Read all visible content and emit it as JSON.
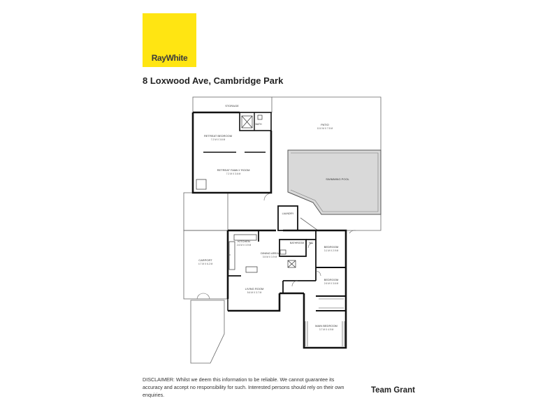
{
  "brand": {
    "name": "RayWhite",
    "color": "#ffe512"
  },
  "address": "8 Loxwood Ave, Cambridge Park",
  "rooms": {
    "storage": {
      "label": "STORAGE"
    },
    "bath": {
      "label": "BATH"
    },
    "patio": {
      "label": "PATIO",
      "dims": "10.0 M X 7.5 M"
    },
    "retreat_bedroom": {
      "label": "RETREAT BEDROOM",
      "dims": "7.2 M X 3.6 M"
    },
    "retreat_family": {
      "label": "RETREAT FAMILY ROOM",
      "dims": "7.2 M X 3.6 M"
    },
    "pool": {
      "label": "SWIMMING POOL"
    },
    "laundry": {
      "label": "LAUNDRY"
    },
    "kitchen": {
      "label": "KITCHEN",
      "dims": "2.6 M X 3.9 M"
    },
    "dining": {
      "label": "DINING AREA",
      "dims": "3.5 M X 3.9 M"
    },
    "bathroom": {
      "label": "BATHROOM"
    },
    "wc": {
      "label": "WC"
    },
    "bedroom1": {
      "label": "BEDROOM",
      "dims": "3.1 M X 2.9 M"
    },
    "carport": {
      "label": "CARPORT",
      "dims": "4.7 M X 6.2 M"
    },
    "bedroom2": {
      "label": "BEDROOM",
      "dims": "2.6 M X 3.6 M"
    },
    "living": {
      "label": "LIVING ROOM",
      "dims": "5.6 M X 3.7 M"
    },
    "main_bedroom": {
      "label": "MAIN BEDROOM",
      "dims": "3.7 M X 4.9 M"
    }
  },
  "disclaimer": "DISCLAIMER: Whilst we deem this information to be reliable. We cannot guarantee its accuracy and accept no responsibility for such. Interested persons should rely on their own enquiries.",
  "agent": "Team Grant"
}
